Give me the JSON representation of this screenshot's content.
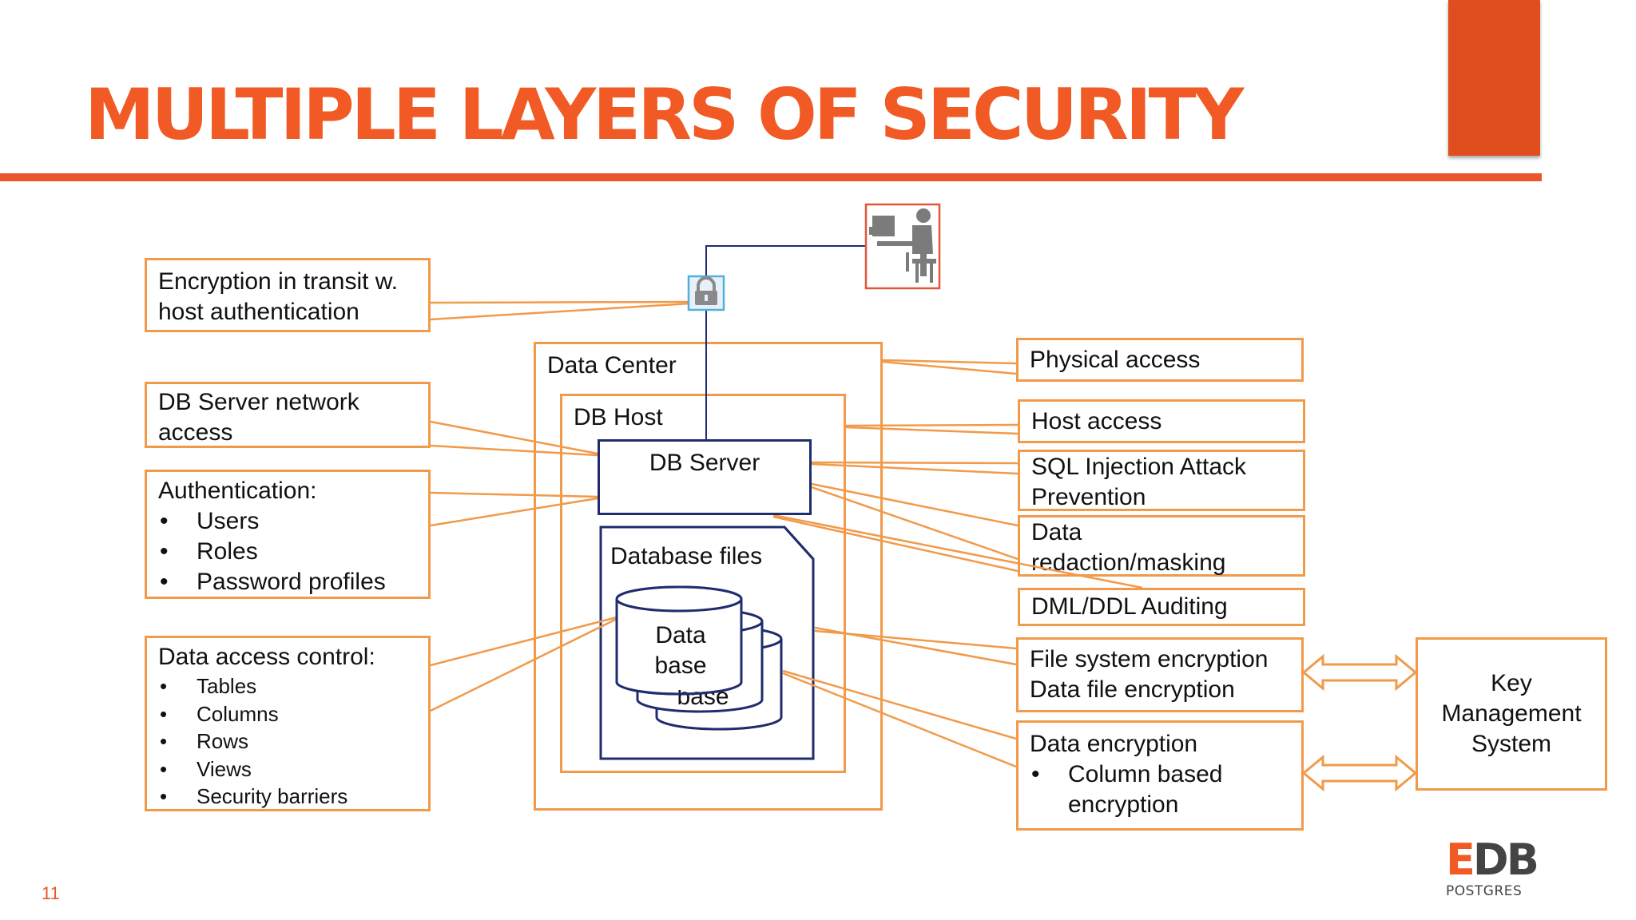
{
  "title": "MULTIPLE LAYERS OF SECURITY",
  "page_number": "11",
  "logo": {
    "mark_e": "E",
    "mark_db": "DB",
    "sub": "POSTGRES"
  },
  "colors": {
    "accent": "#f15a24",
    "connector": "#f19a4a",
    "db_blue": "#1f2d6e"
  },
  "icons": [
    "lock-icon",
    "computer-user-icon",
    "database-cylinder-icon",
    "double-arrow-icon"
  ],
  "left_boxes": {
    "encryption_transit": {
      "lines": [
        "Encryption in transit w.",
        "host authentication"
      ]
    },
    "network_access": {
      "lines": [
        "DB Server network",
        "access"
      ]
    },
    "authentication": {
      "heading": "Authentication:",
      "items": [
        "Users",
        "Roles",
        "Password profiles"
      ]
    },
    "data_access": {
      "heading": "Data access control:",
      "items": [
        "Tables",
        "Columns",
        "Rows",
        "Views",
        "Security barriers"
      ]
    }
  },
  "center": {
    "data_center": "Data Center",
    "db_host": "DB Host",
    "db_server": "DB Server",
    "database_files": "Database files",
    "database": {
      "line1": "Data",
      "line2": "base",
      "behind": "base"
    }
  },
  "right_boxes": {
    "physical_access": "Physical access",
    "host_access": "Host access",
    "sql_injection": {
      "lines": [
        "SQL Injection Attack",
        "Prevention"
      ]
    },
    "data_redaction": {
      "lines": [
        "Data",
        "redaction/masking"
      ]
    },
    "dml_auditing": "DML/DDL Auditing",
    "file_encryption": {
      "lines": [
        "File system encryption",
        "Data file encryption"
      ]
    },
    "data_encryption": {
      "heading": "Data encryption",
      "items": [
        "Column based encryption"
      ]
    }
  },
  "key_management": {
    "lines": [
      "Key",
      "Management",
      "System"
    ]
  }
}
